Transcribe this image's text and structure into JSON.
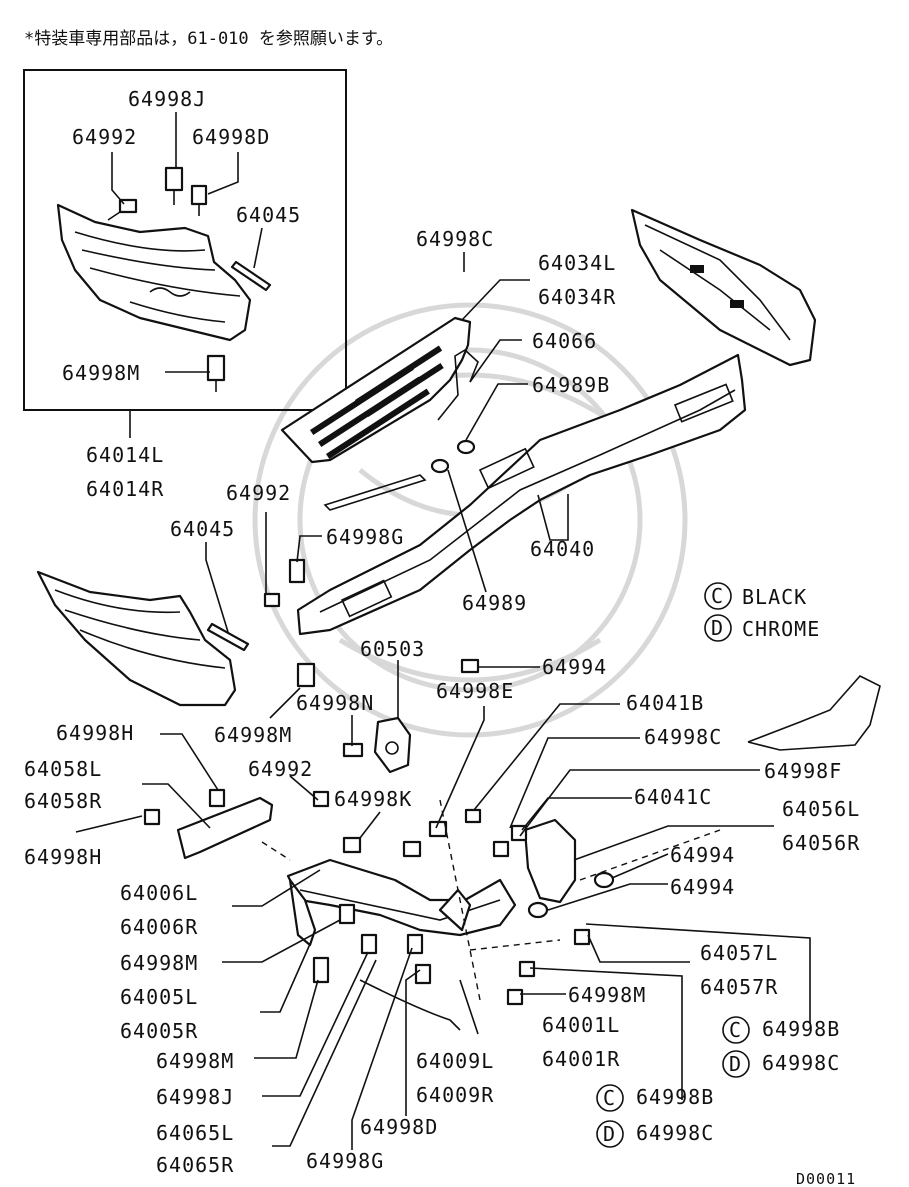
{
  "note": "*特装車専用部品は，61-010 を参照願います。",
  "drawing_code": "D00011",
  "legend": [
    {
      "letter": "C",
      "label": "BLACK"
    },
    {
      "letter": "D",
      "label": "CHROME"
    }
  ],
  "labels": {
    "l64998J_top": "64998J",
    "l64992_top": "64992",
    "l64998D_top": "64998D",
    "l64045_top": "64045",
    "l64998M_box": "64998M",
    "l64014L": "64014L",
    "l64014R": "64014R",
    "l64998C_top": "64998C",
    "l64034L": "64034L",
    "l64034R": "64034R",
    "l64066": "64066",
    "l64989B": "64989B",
    "l64992_mid": "64992",
    "l64998G_mid": "64998G",
    "l64040": "64040",
    "l64045_mid": "64045",
    "l64989": "64989",
    "l60503": "60503",
    "l64994_a": "64994",
    "l64998N": "64998N",
    "l64998E": "64998E",
    "l64041B": "64041B",
    "l64998M_mid": "64998M",
    "l64998C_mid": "64998C",
    "l64998H_top": "64998H",
    "l64998F": "64998F",
    "l64058L": "64058L",
    "l64992_low": "64992",
    "l64998K": "64998K",
    "l64041C": "64041C",
    "l64056L": "64056L",
    "l64058R": "64058R",
    "l64056R": "64056R",
    "l64994_b": "64994",
    "l64998H_bot": "64998H",
    "l64994_c": "64994",
    "l64006L": "64006L",
    "l64006R": "64006R",
    "l64057L": "64057L",
    "l64998M_low": "64998M",
    "l64057R": "64057R",
    "l64005L": "64005L",
    "l64998M_r": "64998M",
    "l64001L": "64001L",
    "l64005R": "64005R",
    "l64998B_r": "64998B",
    "l64998M_bot": "64998M",
    "l64009L": "64009L",
    "l64001R": "64001R",
    "l64998C_r": "64998C",
    "l64998J_bot": "64998J",
    "l64009R": "64009R",
    "l64998B_b": "64998B",
    "l64065L": "64065L",
    "l64998D_bot": "64998D",
    "l64998C_b": "64998C",
    "l64065R": "64065R",
    "l64998G_bot": "64998G"
  },
  "circled": {
    "c1": "C",
    "d1": "D",
    "c2": "C",
    "d2": "D"
  }
}
